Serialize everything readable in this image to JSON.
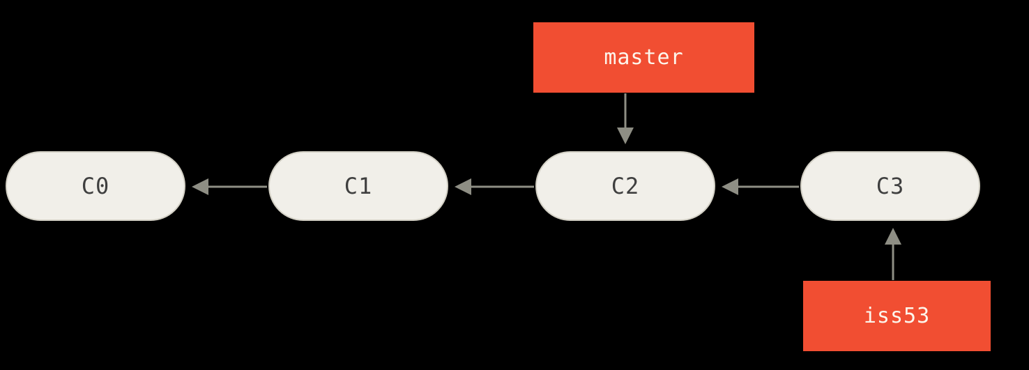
{
  "diagram": {
    "type": "git-commit-graph",
    "commits": [
      {
        "id": "C0"
      },
      {
        "id": "C1",
        "parent": "C0"
      },
      {
        "id": "C2",
        "parent": "C1"
      },
      {
        "id": "C3",
        "parent": "C2"
      }
    ],
    "branches": [
      {
        "name": "master",
        "points_to": "C2",
        "position": "above"
      },
      {
        "name": "iss53",
        "points_to": "C3",
        "position": "below"
      }
    ]
  },
  "colors": {
    "background": "#000000",
    "commit-fill": "#f1efe9",
    "commit-border": "#d3d0c5",
    "commit-text": "#3f3f3f",
    "branch-fill": "#f14e32",
    "branch-text": "#fdf6ec",
    "arrow": "#8e8e84"
  }
}
